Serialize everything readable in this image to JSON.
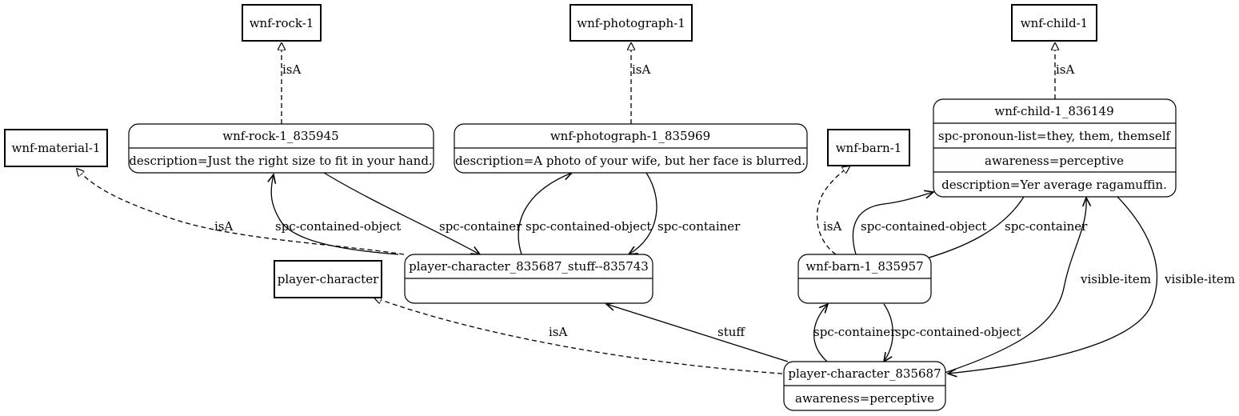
{
  "classes": {
    "wnf_rock": "wnf-rock-1",
    "wnf_photograph": "wnf-photograph-1",
    "wnf_child": "wnf-child-1",
    "wnf_material": "wnf-material-1",
    "wnf_barn": "wnf-barn-1",
    "player_character": "player-character"
  },
  "instances": {
    "rock": {
      "title": "wnf-rock-1_835945",
      "attrs": [
        "description=Just the right size to fit in your hand."
      ]
    },
    "photo": {
      "title": "wnf-photograph-1_835969",
      "attrs": [
        "description=A photo of your wife, but her face is blurred."
      ]
    },
    "child": {
      "title": "wnf-child-1_836149",
      "attrs": [
        "spc-pronoun-list=they, them, themself",
        "awareness=perceptive",
        "description=Yer average ragamuffin."
      ]
    },
    "stuff": {
      "title": "player-character_835687_stuff--835743",
      "attrs": [
        ""
      ]
    },
    "barn": {
      "title": "wnf-barn-1_835957",
      "attrs": [
        ""
      ]
    },
    "player": {
      "title": "player-character_835687",
      "attrs": [
        "awareness=perceptive"
      ]
    }
  },
  "edges": {
    "isa": "isA",
    "contained_object": "spc-contained-object",
    "container": "spc-container",
    "stuff": "stuff",
    "visible_item": "visible-item"
  }
}
